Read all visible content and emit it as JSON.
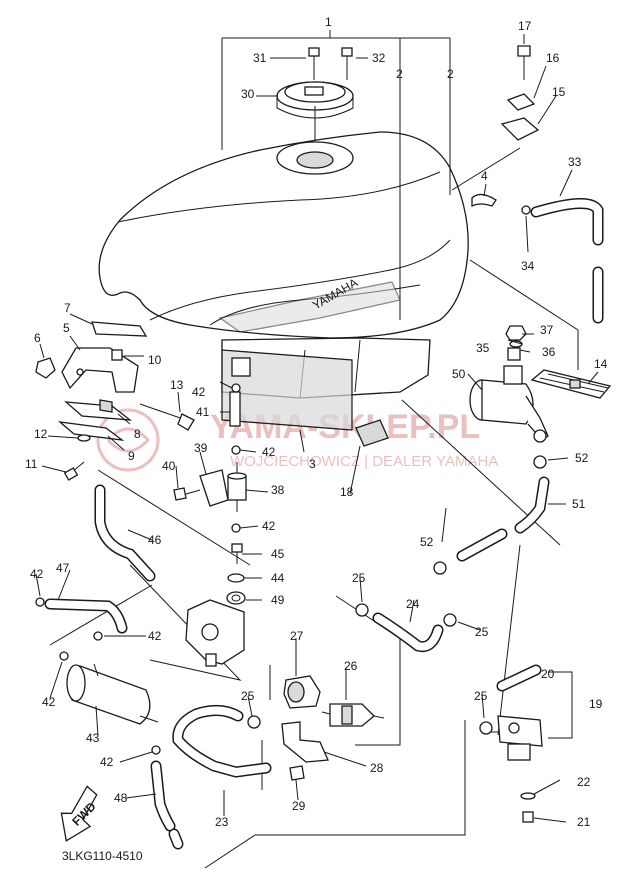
{
  "diagram": {
    "code": "3LKG110-4510",
    "brand_text": "YAMAHA",
    "fwd_label": "FWD",
    "watermark": {
      "main": "YAMA-SKLEP.PL",
      "sub": "WOJCIECHOWICZ | DEALER YAMAHA",
      "color": "#e8b5b5"
    },
    "labels": [
      "1",
      "2",
      "2",
      "3",
      "4",
      "5",
      "6",
      "7",
      "8",
      "9",
      "10",
      "11",
      "12",
      "13",
      "14",
      "15",
      "16",
      "17",
      "18",
      "19",
      "20",
      "21",
      "22",
      "23",
      "24",
      "25",
      "25",
      "25",
      "25",
      "26",
      "27",
      "28",
      "29",
      "30",
      "31",
      "32",
      "33",
      "34",
      "35",
      "36",
      "37",
      "38",
      "39",
      "40",
      "41",
      "42",
      "42",
      "42",
      "42",
      "42",
      "42",
      "42",
      "43",
      "44",
      "45",
      "46",
      "47",
      "48",
      "49",
      "50",
      "51",
      "52",
      "52"
    ]
  }
}
